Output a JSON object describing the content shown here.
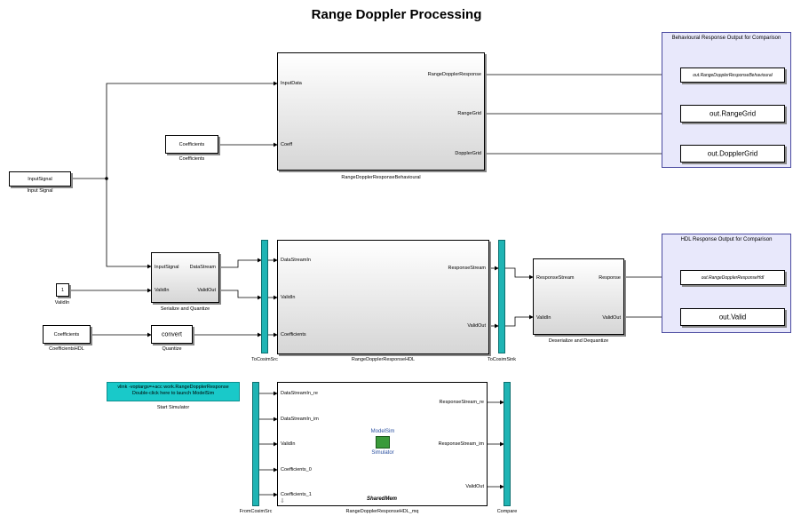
{
  "title": "Range Doppler Processing",
  "areas": {
    "behavioural": "Behavioural Response Output for Comparison",
    "hdl": "HDL Response Output for Comparison"
  },
  "input_signal": {
    "label": "InputSignal",
    "caption": "Input Signal"
  },
  "coefficients": {
    "label": "Coefficients",
    "caption": "Coefficients"
  },
  "valid_in": {
    "label": "1",
    "caption": "ValidIn"
  },
  "coefficients_hdl": {
    "label": "Coefficients",
    "caption": "CoefficientsHDL"
  },
  "quantize": {
    "label": "convert",
    "caption": "Quantize"
  },
  "behavioural": {
    "caption": "RangeDopplerResponseBehavioural",
    "in_ports": [
      "InputData",
      "Coeff"
    ],
    "out_ports": [
      "RangeDopplerResponse",
      "RangeGrid",
      "DopplerGrid"
    ]
  },
  "serialize": {
    "caption": "Serialize and Quantize",
    "in_ports": [
      "InputSignal",
      "ValidIn"
    ],
    "out_ports": [
      "DataStream",
      "ValidOut"
    ]
  },
  "hdl_block": {
    "caption": "RangeDopplerResponseHDL",
    "in_ports": [
      "DataStreamIn",
      "ValidIn",
      "Coefficients"
    ],
    "out_ports": [
      "ResponseStream",
      "ValidOut"
    ]
  },
  "deserialize": {
    "caption": "Deserialize and Dequantize",
    "in_ports": [
      "ResponseStream",
      "ValidIn"
    ],
    "out_ports": [
      "Response",
      "ValidOut"
    ]
  },
  "to_cosim_src": "ToCosimSrc",
  "to_cosim_sink": "ToCosimSink",
  "from_cosim_src": "FromCosimSrc",
  "compare": "Compare",
  "outputs_behavioural": [
    "out.RangeDopplerResponseBehavioural",
    "out.RangeGrid",
    "out.DopplerGrid"
  ],
  "outputs_hdl": [
    "out.RangeDopplerResponseHdl",
    "out.Valid"
  ],
  "start_simulator": {
    "line1": "vlink -voptargs=+acc work.RangeDopplerResponse",
    "line2": "Double-click here to launch ModelSim",
    "caption": "Start Simulator"
  },
  "mq_block": {
    "caption": "RangeDopplerResponseHDL_mq",
    "in_ports": [
      "DataStreamIn_re",
      "DataStreamIn_im",
      "ValidIn",
      "Coefficients_0",
      "Coefficients_1"
    ],
    "out_ports": [
      "ResponseStream_re",
      "ResponseStream_im",
      "ValidOut"
    ],
    "icon_label_top": "ModelSim",
    "icon_label_bottom": "Simulator",
    "shared_mem": "SharedMem"
  }
}
